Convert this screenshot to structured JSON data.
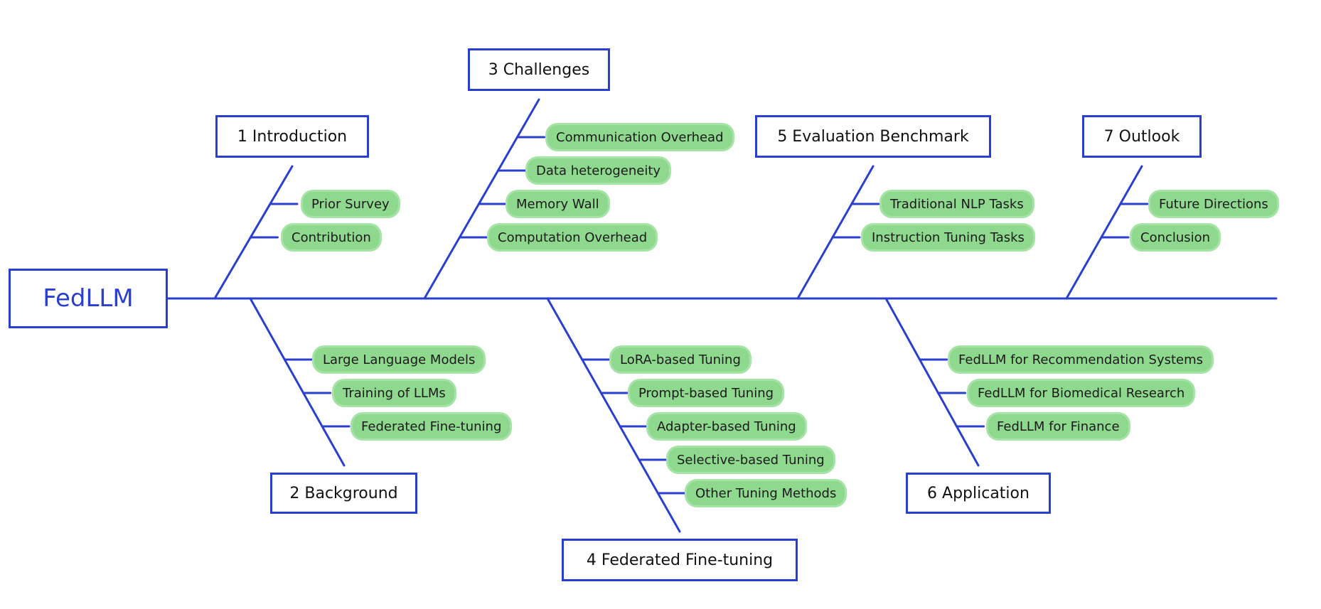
{
  "root": {
    "label": "FedLLM"
  },
  "colors": {
    "line": "#2a3fcf",
    "leaf": "#8fd98f",
    "text": "#111111"
  },
  "sections": [
    {
      "id": "introduction",
      "label": "1 Introduction",
      "items": [
        "Prior Survey",
        "Contribution"
      ]
    },
    {
      "id": "background",
      "label": "2 Background",
      "items": [
        "Large Language Models",
        "Training of LLMs",
        "Federated Fine-tuning"
      ]
    },
    {
      "id": "challenges",
      "label": "3 Challenges",
      "items": [
        "Communication Overhead",
        "Data heterogeneity",
        "Memory Wall",
        "Computation Overhead"
      ]
    },
    {
      "id": "federated-fine-tuning",
      "label": "4 Federated Fine-tuning",
      "items": [
        "LoRA-based Tuning",
        "Prompt-based Tuning",
        "Adapter-based Tuning",
        "Selective-based Tuning",
        "Other Tuning Methods"
      ]
    },
    {
      "id": "evaluation-benchmark",
      "label": "5 Evaluation Benchmark",
      "items": [
        "Traditional NLP Tasks",
        "Instruction Tuning Tasks"
      ]
    },
    {
      "id": "application",
      "label": "6 Application",
      "items": [
        "FedLLM for Recommendation Systems",
        "FedLLM for Biomedical Research",
        "FedLLM for Finance"
      ]
    },
    {
      "id": "outlook",
      "label": "7 Outlook",
      "items": [
        "Future Directions",
        "Conclusion"
      ]
    }
  ]
}
